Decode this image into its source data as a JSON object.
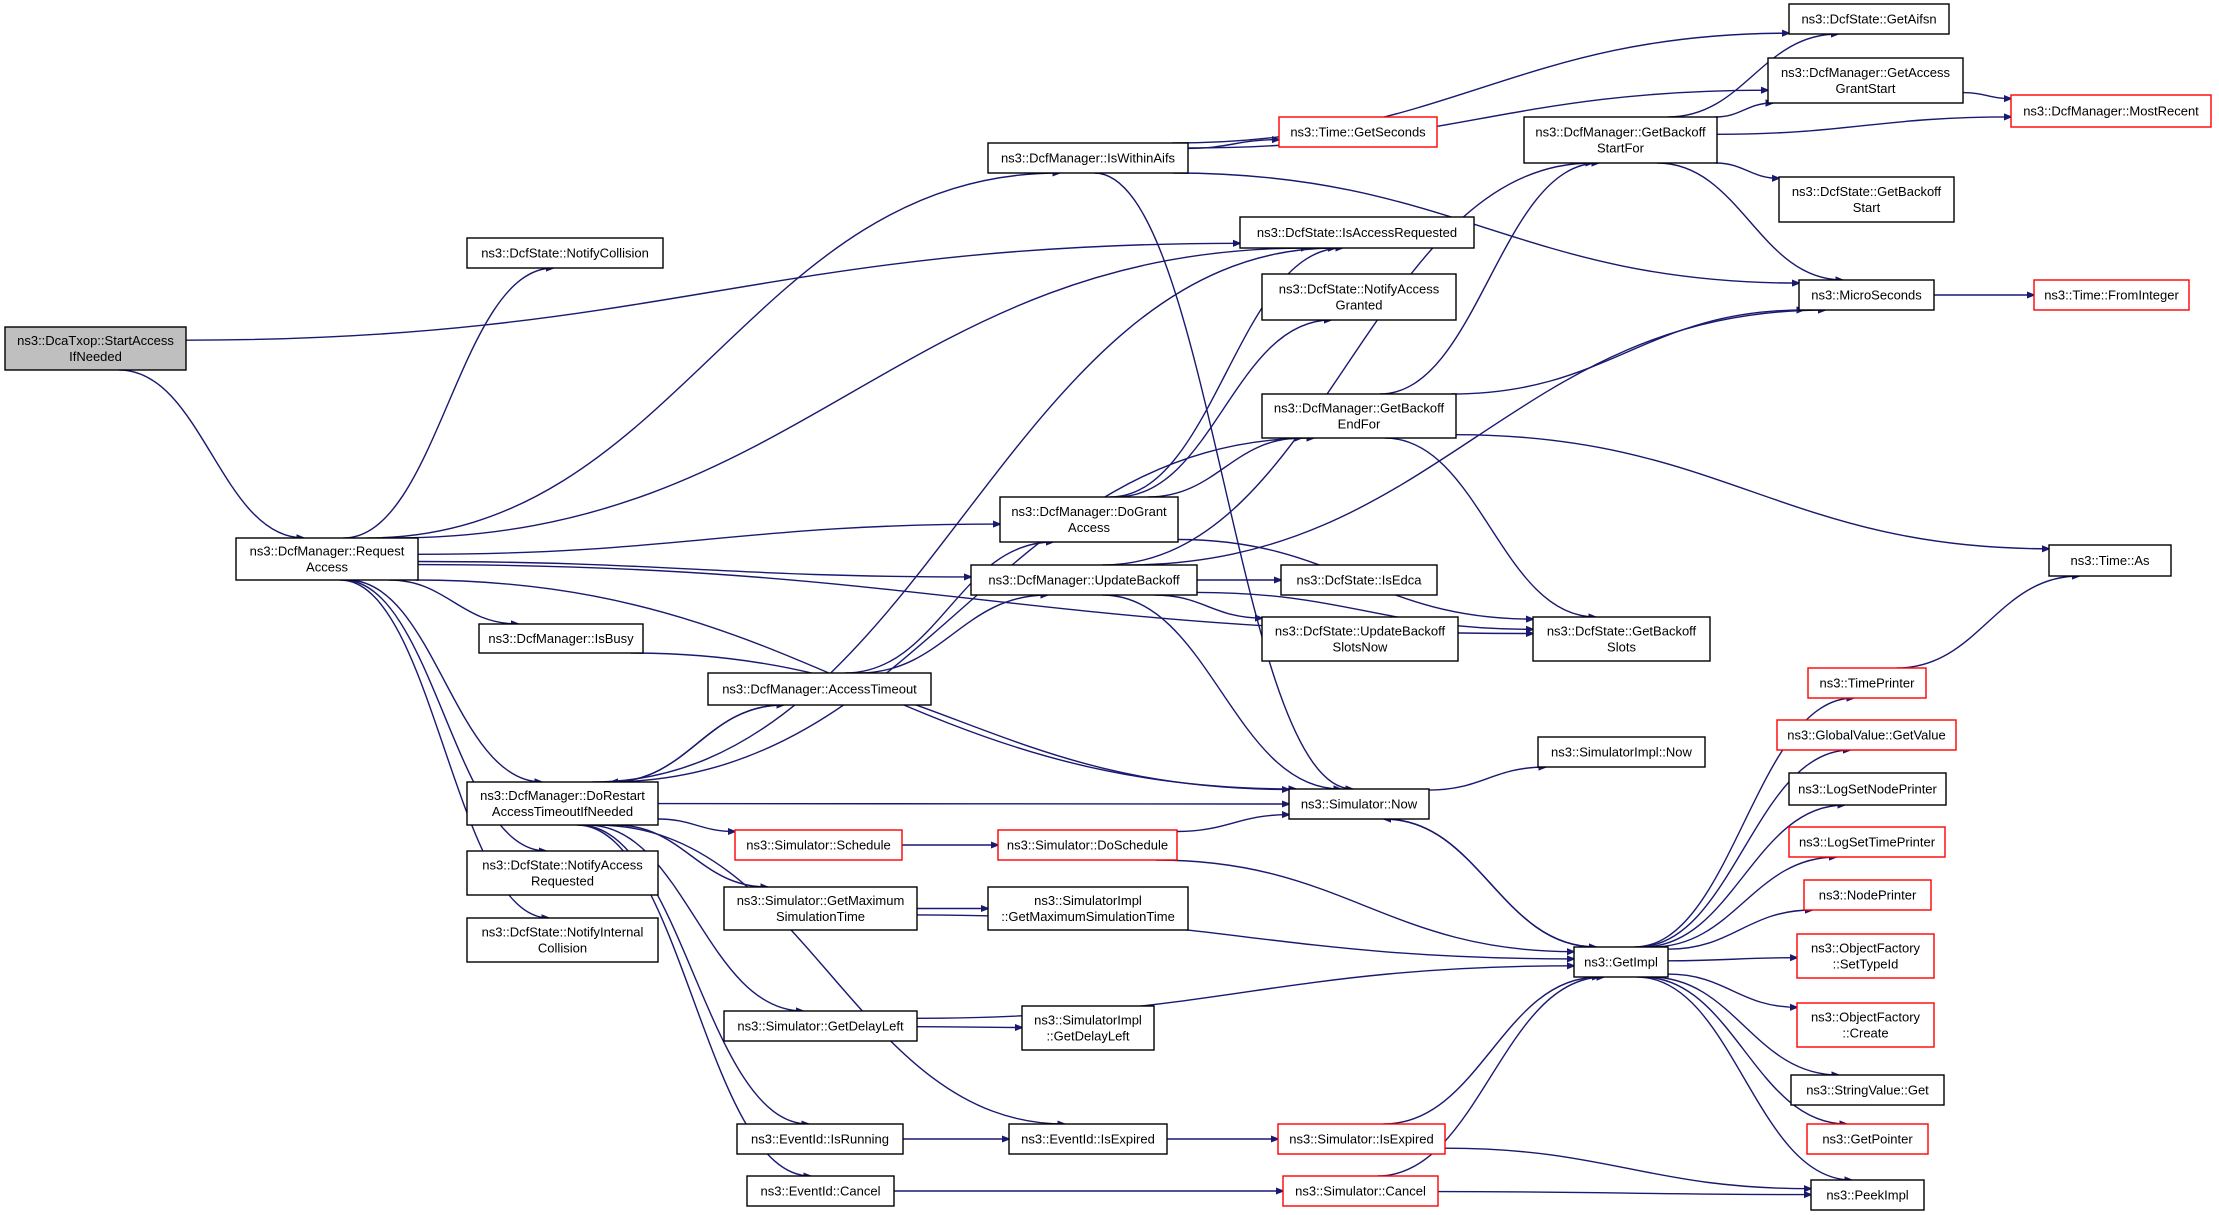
{
  "nodes": [
    {
      "id": "root",
      "lines": [
        "ns3::DcaTxop::StartAccess",
        "IfNeeded"
      ],
      "root": true,
      "red": false
    },
    {
      "id": "request_access",
      "lines": [
        "ns3::DcfManager::Request",
        "Access"
      ],
      "red": false
    },
    {
      "id": "is_within_aifs",
      "lines": [
        "ns3::DcfManager::IsWithinAifs"
      ],
      "red": false
    },
    {
      "id": "notify_collision",
      "lines": [
        "ns3::DcfState::NotifyCollision"
      ],
      "red": false
    },
    {
      "id": "is_access_requested",
      "lines": [
        "ns3::DcfState::IsAccessRequested"
      ],
      "red": false
    },
    {
      "id": "notify_access_granted",
      "lines": [
        "ns3::DcfState::NotifyAccess",
        "Granted"
      ],
      "red": false
    },
    {
      "id": "get_backoff_end_for",
      "lines": [
        "ns3::DcfManager::GetBackoff",
        "EndFor"
      ],
      "red": false
    },
    {
      "id": "do_grant_access",
      "lines": [
        "ns3::DcfManager::DoGrant",
        "Access"
      ],
      "red": false
    },
    {
      "id": "update_backoff",
      "lines": [
        "ns3::DcfManager::UpdateBackoff"
      ],
      "red": false
    },
    {
      "id": "is_busy",
      "lines": [
        "ns3::DcfManager::IsBusy"
      ],
      "red": false
    },
    {
      "id": "access_timeout",
      "lines": [
        "ns3::DcfManager::AccessTimeout"
      ],
      "red": false
    },
    {
      "id": "do_restart",
      "lines": [
        "ns3::DcfManager::DoRestart",
        "AccessTimeoutIfNeeded"
      ],
      "red": false
    },
    {
      "id": "notify_access_requested",
      "lines": [
        "ns3::DcfState::NotifyAccess",
        "Requested"
      ],
      "red": false
    },
    {
      "id": "notify_internal_collision",
      "lines": [
        "ns3::DcfState::NotifyInternal",
        "Collision"
      ],
      "red": false
    },
    {
      "id": "time_get_seconds",
      "lines": [
        "ns3::Time::GetSeconds"
      ],
      "red": true
    },
    {
      "id": "is_edca",
      "lines": [
        "ns3::DcfState::IsEdca"
      ],
      "red": false
    },
    {
      "id": "update_backoff_slots_now",
      "lines": [
        "ns3::DcfState::UpdateBackoff",
        "SlotsNow"
      ],
      "red": false
    },
    {
      "id": "get_backoff_start_for",
      "lines": [
        "ns3::DcfManager::GetBackoff",
        "StartFor"
      ],
      "red": false
    },
    {
      "id": "get_backoff_slots",
      "lines": [
        "ns3::DcfState::GetBackoff",
        "Slots"
      ],
      "red": false
    },
    {
      "id": "simulator_now",
      "lines": [
        "ns3::Simulator::Now"
      ],
      "red": false
    },
    {
      "id": "simulator_schedule",
      "lines": [
        "ns3::Simulator::Schedule"
      ],
      "red": true
    },
    {
      "id": "simulator_do_schedule",
      "lines": [
        "ns3::Simulator::DoSchedule"
      ],
      "red": true
    },
    {
      "id": "get_max_sim_time",
      "lines": [
        "ns3::Simulator::GetMaximum",
        "SimulationTime"
      ],
      "red": false
    },
    {
      "id": "impl_get_max_sim_time",
      "lines": [
        "ns3::SimulatorImpl",
        "::GetMaximumSimulationTime"
      ],
      "red": false
    },
    {
      "id": "get_delay_left",
      "lines": [
        "ns3::Simulator::GetDelayLeft"
      ],
      "red": false
    },
    {
      "id": "impl_get_delay_left",
      "lines": [
        "ns3::SimulatorImpl",
        "::GetDelayLeft"
      ],
      "red": false
    },
    {
      "id": "eventid_is_running",
      "lines": [
        "ns3::EventId::IsRunning"
      ],
      "red": false
    },
    {
      "id": "eventid_is_expired",
      "lines": [
        "ns3::EventId::IsExpired"
      ],
      "red": false
    },
    {
      "id": "simulator_is_expired",
      "lines": [
        "ns3::Simulator::IsExpired"
      ],
      "red": true
    },
    {
      "id": "eventid_cancel",
      "lines": [
        "ns3::EventId::Cancel"
      ],
      "red": false
    },
    {
      "id": "simulator_cancel",
      "lines": [
        "ns3::Simulator::Cancel"
      ],
      "red": true
    },
    {
      "id": "get_aifsn",
      "lines": [
        "ns3::DcfState::GetAifsn"
      ],
      "red": false
    },
    {
      "id": "get_access_grant_start",
      "lines": [
        "ns3::DcfManager::GetAccess",
        "GrantStart"
      ],
      "red": false
    },
    {
      "id": "most_recent",
      "lines": [
        "ns3::DcfManager::MostRecent"
      ],
      "red": true
    },
    {
      "id": "get_backoff_start",
      "lines": [
        "ns3::DcfState::GetBackoff",
        "Start"
      ],
      "red": false
    },
    {
      "id": "micro_seconds",
      "lines": [
        "ns3::MicroSeconds"
      ],
      "red": false
    },
    {
      "id": "time_from_integer",
      "lines": [
        "ns3::Time::FromInteger"
      ],
      "red": true
    },
    {
      "id": "time_as",
      "lines": [
        "ns3::Time::As"
      ],
      "red": false
    },
    {
      "id": "impl_now",
      "lines": [
        "ns3::SimulatorImpl::Now"
      ],
      "red": false
    },
    {
      "id": "get_impl",
      "lines": [
        "ns3::GetImpl"
      ],
      "red": false
    },
    {
      "id": "time_printer",
      "lines": [
        "ns3::TimePrinter"
      ],
      "red": true
    },
    {
      "id": "global_value_get_value",
      "lines": [
        "ns3::GlobalValue::GetValue"
      ],
      "red": true
    },
    {
      "id": "log_set_node_printer",
      "lines": [
        "ns3::LogSetNodePrinter"
      ],
      "red": false
    },
    {
      "id": "log_set_time_printer",
      "lines": [
        "ns3::LogSetTimePrinter"
      ],
      "red": true
    },
    {
      "id": "node_printer",
      "lines": [
        "ns3::NodePrinter"
      ],
      "red": true
    },
    {
      "id": "object_factory_set_type_id",
      "lines": [
        "ns3::ObjectFactory",
        "::SetTypeId"
      ],
      "red": true
    },
    {
      "id": "object_factory_create",
      "lines": [
        "ns3::ObjectFactory",
        "::Create"
      ],
      "red": true
    },
    {
      "id": "string_value_get",
      "lines": [
        "ns3::StringValue::Get"
      ],
      "red": false
    },
    {
      "id": "get_pointer",
      "lines": [
        "ns3::GetPointer"
      ],
      "red": true
    },
    {
      "id": "peek_impl",
      "lines": [
        "ns3::PeekImpl"
      ],
      "red": false
    }
  ],
  "edges": [
    [
      "root",
      "request_access"
    ],
    [
      "root",
      "is_access_requested"
    ],
    [
      "request_access",
      "is_within_aifs"
    ],
    [
      "request_access",
      "notify_collision"
    ],
    [
      "request_access",
      "is_access_requested"
    ],
    [
      "request_access",
      "do_grant_access"
    ],
    [
      "request_access",
      "update_backoff"
    ],
    [
      "request_access",
      "is_busy"
    ],
    [
      "request_access",
      "do_restart"
    ],
    [
      "request_access",
      "notify_access_requested"
    ],
    [
      "request_access",
      "notify_internal_collision"
    ],
    [
      "request_access",
      "simulator_now"
    ],
    [
      "request_access",
      "get_backoff_slots"
    ],
    [
      "is_within_aifs",
      "get_aifsn"
    ],
    [
      "is_within_aifs",
      "get_access_grant_start"
    ],
    [
      "is_within_aifs",
      "time_get_seconds"
    ],
    [
      "is_within_aifs",
      "micro_seconds"
    ],
    [
      "is_within_aifs",
      "simulator_now"
    ],
    [
      "do_grant_access",
      "is_access_requested"
    ],
    [
      "do_grant_access",
      "notify_access_granted"
    ],
    [
      "do_grant_access",
      "get_backoff_end_for"
    ],
    [
      "do_grant_access",
      "get_backoff_slots"
    ],
    [
      "update_backoff",
      "is_edca"
    ],
    [
      "update_backoff",
      "update_backoff_slots_now"
    ],
    [
      "update_backoff",
      "get_backoff_start_for"
    ],
    [
      "update_backoff",
      "micro_seconds"
    ],
    [
      "update_backoff",
      "simulator_now"
    ],
    [
      "update_backoff",
      "get_backoff_slots"
    ],
    [
      "is_busy",
      "simulator_now"
    ],
    [
      "access_timeout",
      "do_grant_access"
    ],
    [
      "access_timeout",
      "update_backoff"
    ],
    [
      "access_timeout",
      "do_restart"
    ],
    [
      "do_restart",
      "is_access_requested"
    ],
    [
      "do_restart",
      "get_backoff_end_for"
    ],
    [
      "do_restart",
      "access_timeout"
    ],
    [
      "do_restart",
      "simulator_now"
    ],
    [
      "do_restart",
      "simulator_schedule"
    ],
    [
      "do_restart",
      "get_max_sim_time"
    ],
    [
      "do_restart",
      "get_delay_left"
    ],
    [
      "do_restart",
      "eventid_is_running"
    ],
    [
      "do_restart",
      "eventid_is_expired"
    ],
    [
      "do_restart",
      "eventid_cancel"
    ],
    [
      "get_backoff_end_for",
      "get_backoff_start_for"
    ],
    [
      "get_backoff_end_for",
      "micro_seconds"
    ],
    [
      "get_backoff_end_for",
      "time_as"
    ],
    [
      "get_backoff_end_for",
      "get_backoff_slots"
    ],
    [
      "get_backoff_start_for",
      "get_aifsn"
    ],
    [
      "get_backoff_start_for",
      "get_access_grant_start"
    ],
    [
      "get_backoff_start_for",
      "most_recent"
    ],
    [
      "get_backoff_start_for",
      "get_backoff_start"
    ],
    [
      "get_backoff_start_for",
      "micro_seconds"
    ],
    [
      "get_access_grant_start",
      "most_recent"
    ],
    [
      "micro_seconds",
      "time_from_integer"
    ],
    [
      "simulator_schedule",
      "simulator_do_schedule"
    ],
    [
      "simulator_do_schedule",
      "simulator_now"
    ],
    [
      "simulator_do_schedule",
      "get_impl"
    ],
    [
      "get_max_sim_time",
      "impl_get_max_sim_time"
    ],
    [
      "get_max_sim_time",
      "get_impl"
    ],
    [
      "get_delay_left",
      "impl_get_delay_left"
    ],
    [
      "get_delay_left",
      "get_impl"
    ],
    [
      "eventid_is_running",
      "eventid_is_expired"
    ],
    [
      "eventid_is_expired",
      "simulator_is_expired"
    ],
    [
      "eventid_cancel",
      "simulator_cancel"
    ],
    [
      "simulator_is_expired",
      "get_impl"
    ],
    [
      "simulator_is_expired",
      "peek_impl"
    ],
    [
      "simulator_cancel",
      "get_impl"
    ],
    [
      "simulator_cancel",
      "peek_impl"
    ],
    [
      "simulator_now",
      "impl_now"
    ],
    [
      "simulator_now",
      "get_impl"
    ],
    [
      "get_impl",
      "simulator_now"
    ],
    [
      "get_impl",
      "time_printer"
    ],
    [
      "get_impl",
      "global_value_get_value"
    ],
    [
      "get_impl",
      "log_set_node_printer"
    ],
    [
      "get_impl",
      "log_set_time_printer"
    ],
    [
      "get_impl",
      "node_printer"
    ],
    [
      "get_impl",
      "object_factory_set_type_id"
    ],
    [
      "get_impl",
      "object_factory_create"
    ],
    [
      "get_impl",
      "string_value_get"
    ],
    [
      "get_impl",
      "get_pointer"
    ],
    [
      "get_impl",
      "peek_impl"
    ],
    [
      "time_printer",
      "time_as"
    ]
  ]
}
